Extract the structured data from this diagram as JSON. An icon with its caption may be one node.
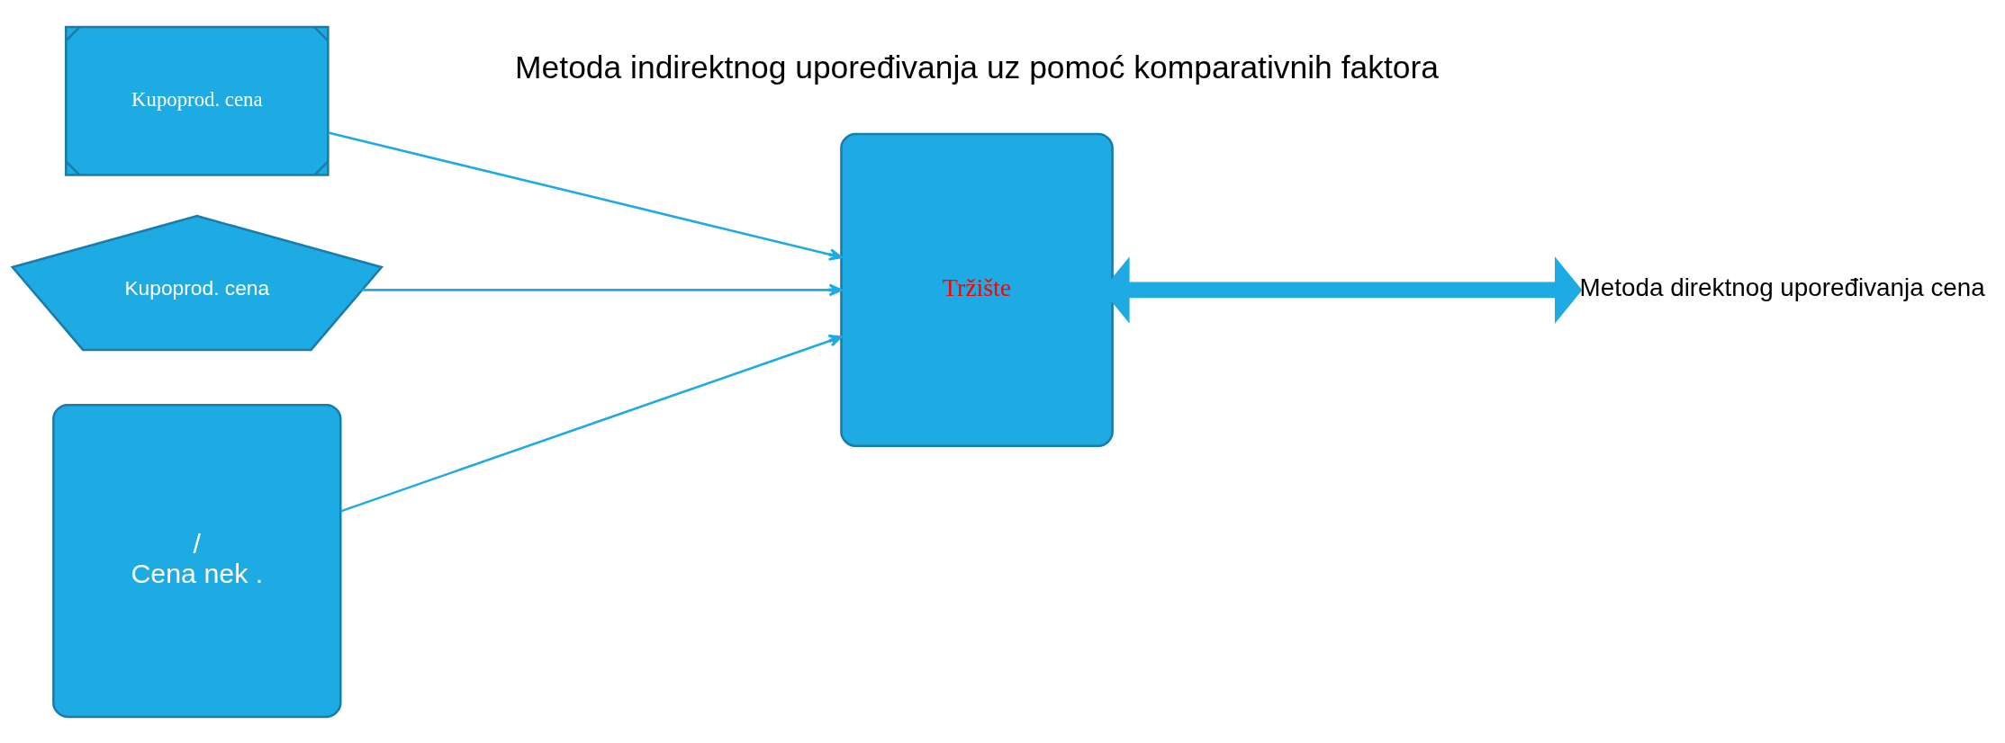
{
  "diagram": {
    "nodes": [
      {
        "text": [
          "Kupoprod. cena"
        ]
      },
      {
        "text": [
          "Kupoprod. cena"
        ]
      },
      {
        "text": [
          "/",
          "Cena nek ."
        ]
      },
      {
        "text": [
          "Tržište"
        ]
      },
      {
        "text": [
          "Metoda direktnog upoređivanja cena"
        ]
      }
    ],
    "edges": [
      {
        "from": 0,
        "to": 3,
        "arrow": "to"
      },
      {
        "from": 1,
        "to": 3,
        "arrow": "to"
      },
      {
        "from": 2,
        "to": 3,
        "arrow": "to"
      },
      {
        "from": 3,
        "to": 4,
        "arrow": "both",
        "style": "thick"
      }
    ],
    "labels": [
      "Metoda indirektnog upoređivanja uz pomoć komparativnih faktora"
    ]
  }
}
